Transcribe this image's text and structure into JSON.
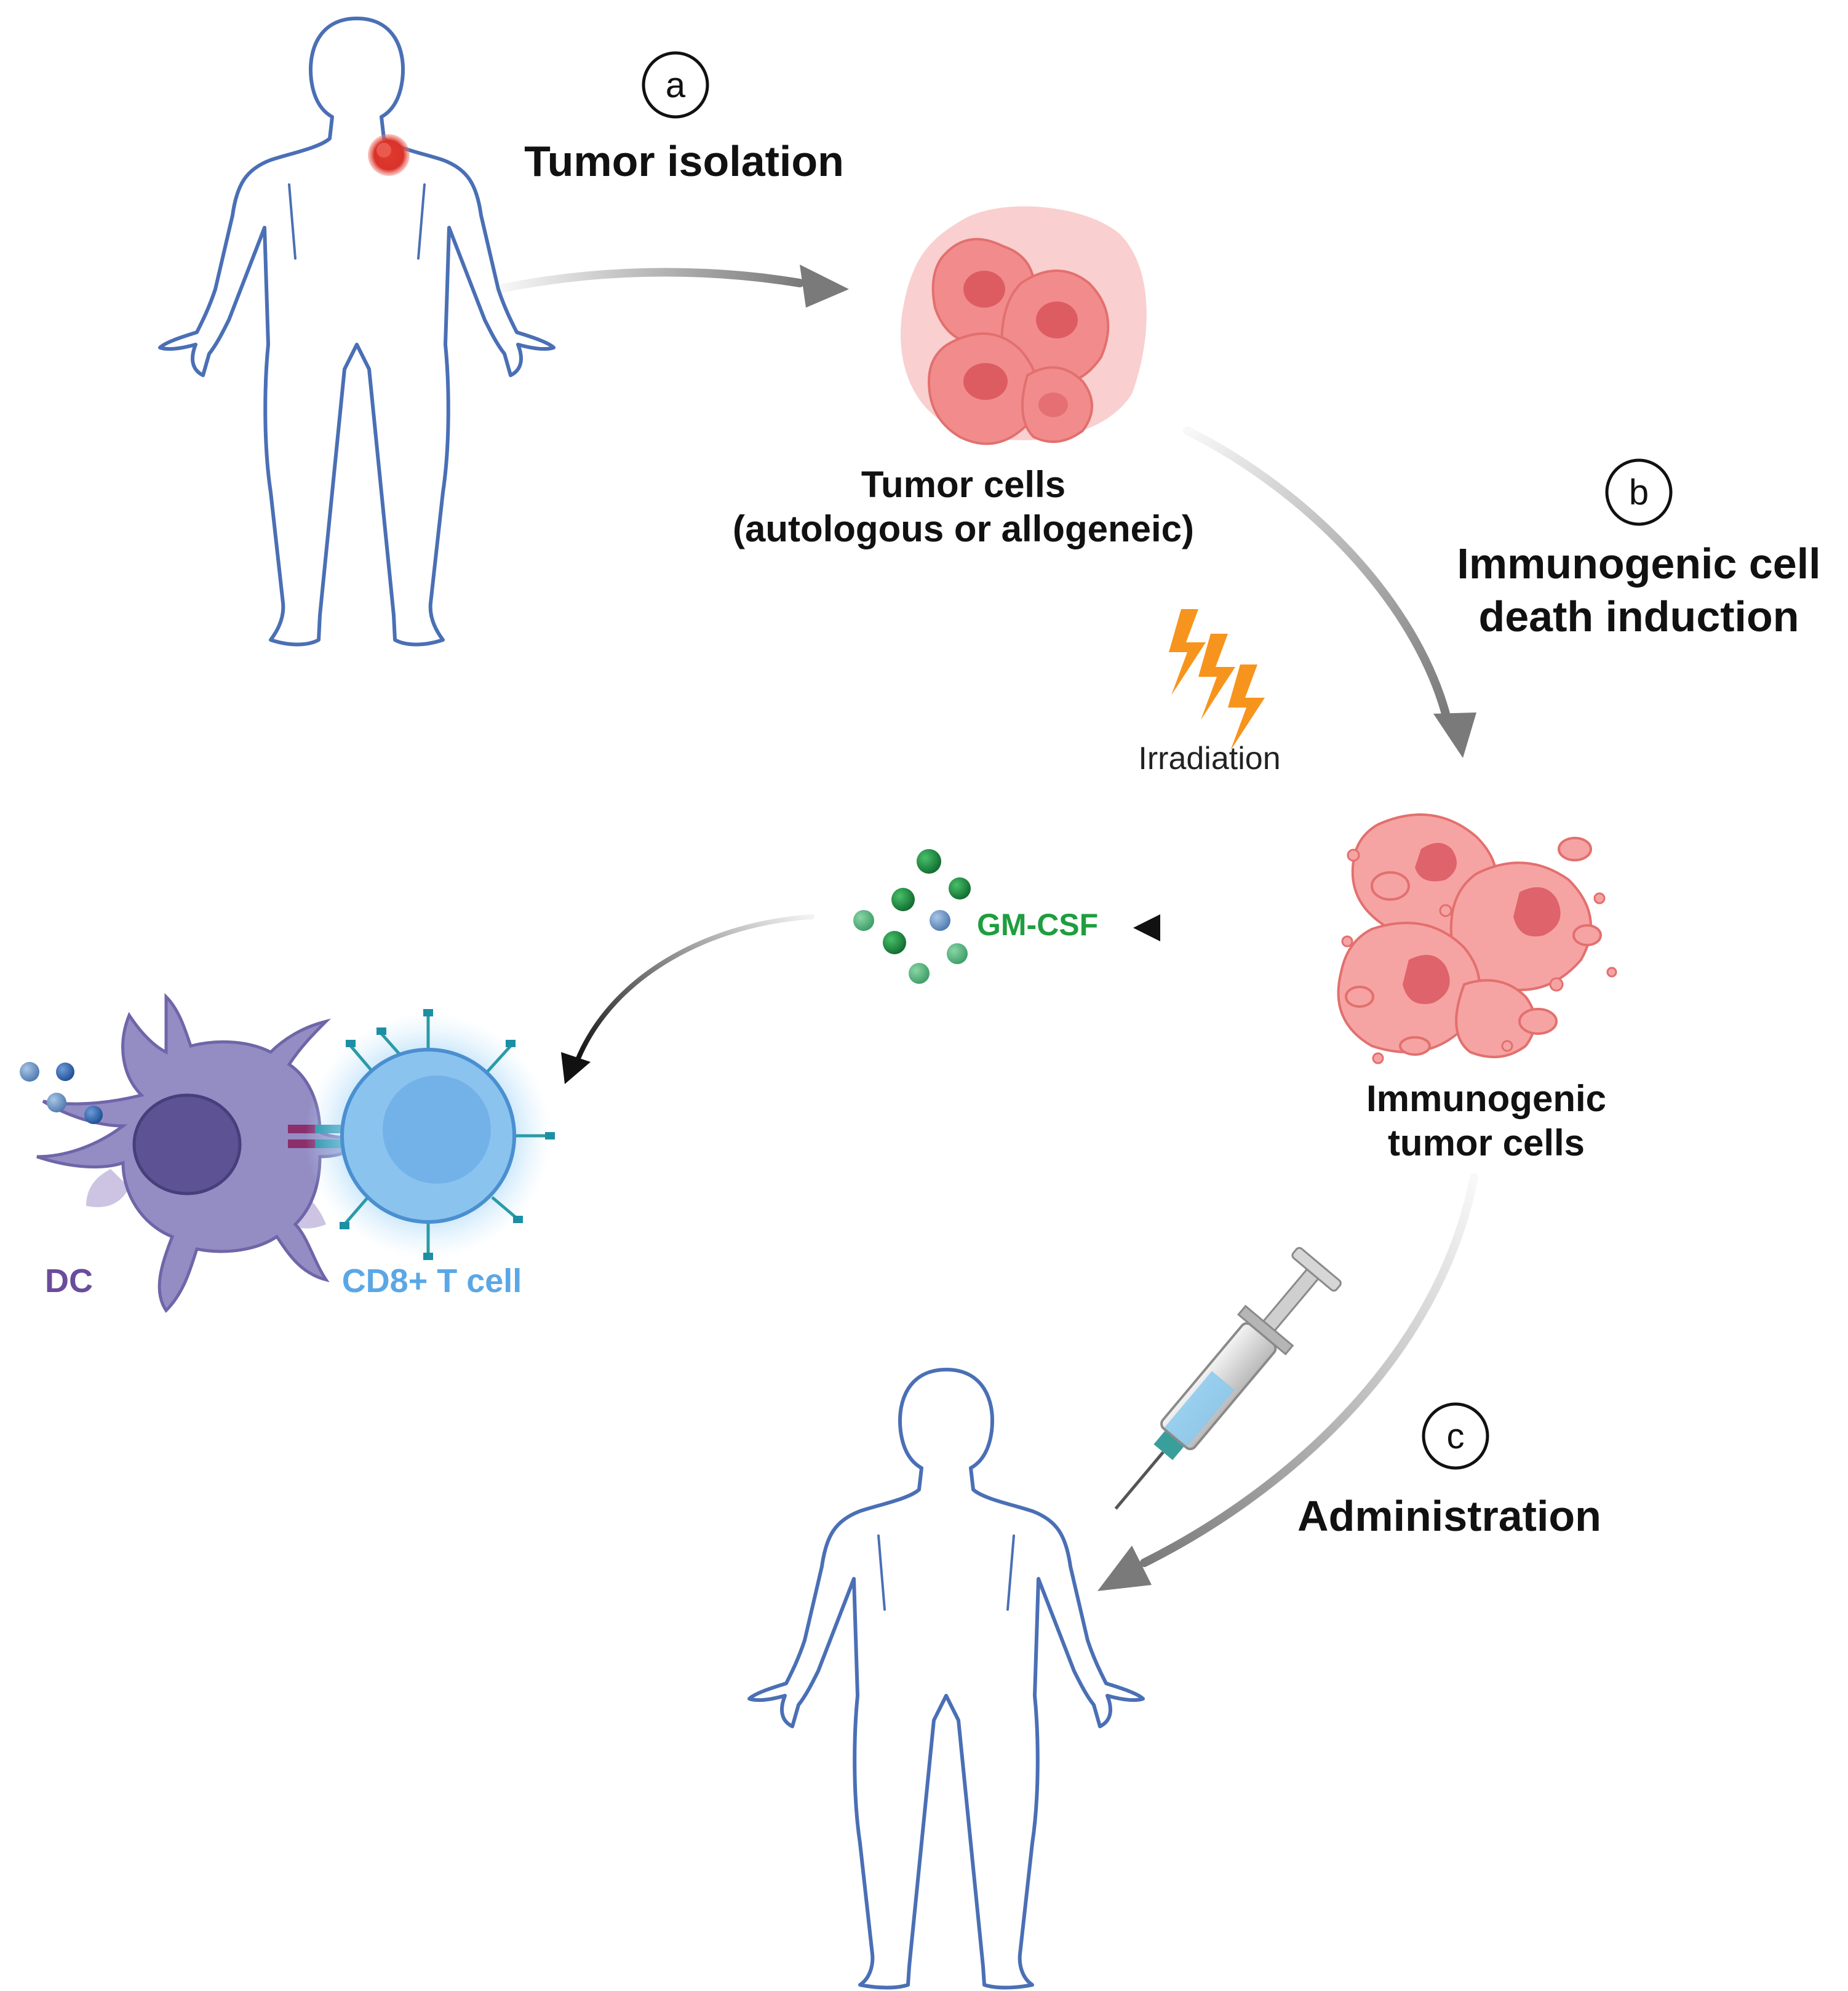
{
  "steps": {
    "a": {
      "letter": "a",
      "label": "Tumor isolation"
    },
    "b": {
      "letter": "b",
      "line1": "Immunogenic cell",
      "line2": "death induction"
    },
    "c": {
      "letter": "c",
      "label": "Administration"
    }
  },
  "tumor_cells": {
    "line1": "Tumor cells",
    "line2": "(autologous or allogeneic)"
  },
  "irradiation": {
    "label": "Irradiation",
    "icon": "lightning-bolt-icon",
    "color": "#F7941D"
  },
  "immunogenic_tumor_cells": {
    "line1": "Immunogenic",
    "line2": "tumor cells"
  },
  "gm_csf": {
    "label": "GM-CSF",
    "color": "#1E9E3E"
  },
  "dc": {
    "label": "DC",
    "color": "#6A4C9C"
  },
  "cd8": {
    "label": "CD8+ T cell",
    "color": "#5AA7E6"
  },
  "colors": {
    "arrow_gray": "#7A7A7A",
    "arrow_black": "#111111",
    "body_outline": "#4A6FB5",
    "tumor_pink": "#F28C8C"
  }
}
